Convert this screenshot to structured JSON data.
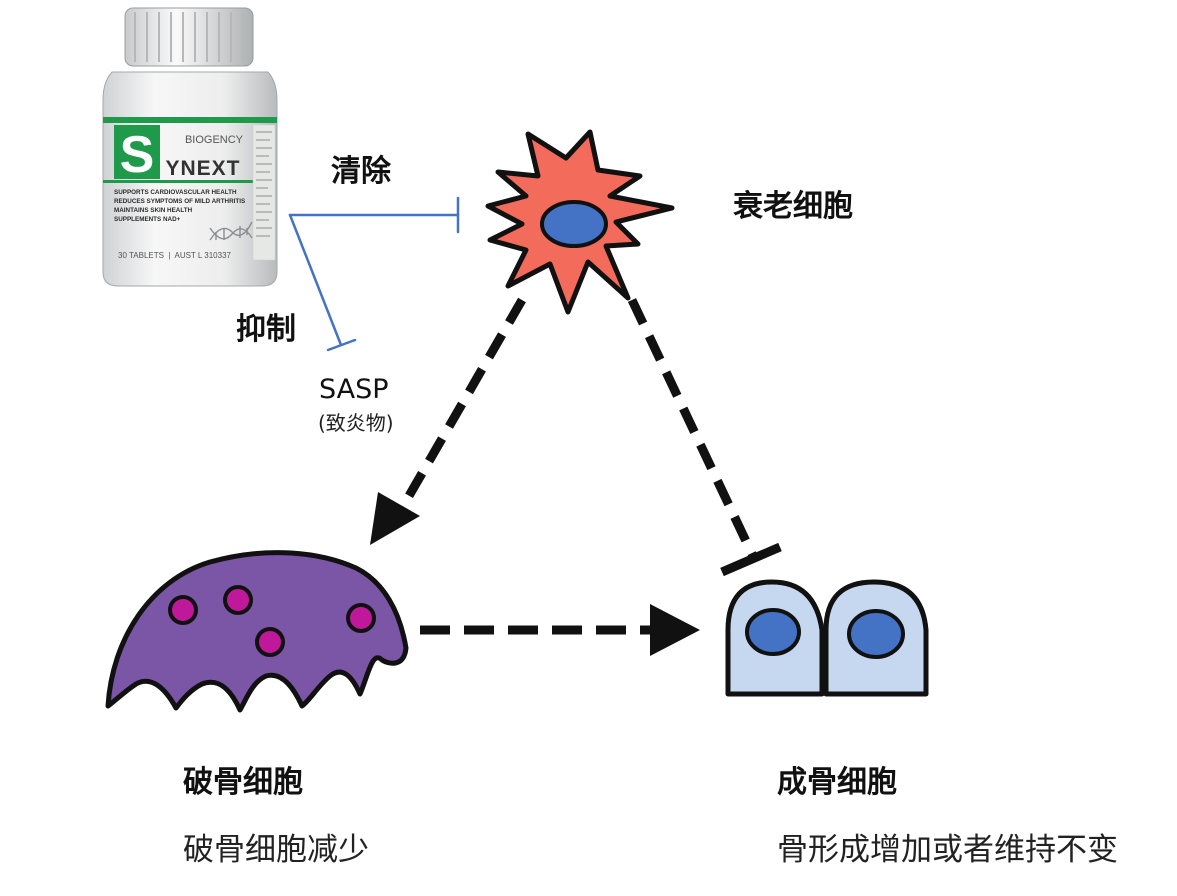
{
  "bottle": {
    "brand": "BIOGENCY",
    "logo_letter": "S",
    "name_rest": "YNEXT",
    "claims": [
      "SUPPORTS CARDIOVASCULAR HEALTH",
      "REDUCES SYMPTOMS OF MILD ARTHRITIS",
      "MAINTAINS SKIN HEALTH",
      "SUPPLEMENTS NAD+"
    ],
    "footer": "30 TABLETS  |  AUST L 310337"
  },
  "labels": {
    "clear": "清除",
    "inhibit": "抑制",
    "sasp": "SASP",
    "sasp_sub": "(致炎物)",
    "senescent": "衰老细胞",
    "osteoclast_title": "破骨细胞",
    "osteoclast_note": "破骨细胞减少",
    "osteoblast_title": "成骨细胞",
    "osteoblast_note": "骨形成增加或者维持不变"
  },
  "colors": {
    "inhibit_line": "#4472c4",
    "senescent_body": "#f26b5b",
    "nucleus": "#4472c4",
    "osteoclast_body": "#7b55a6",
    "osteoclast_dots": "#c0189b",
    "osteoblast_body": "#c6d8f0",
    "bottle_green": "#1e9a4a"
  }
}
